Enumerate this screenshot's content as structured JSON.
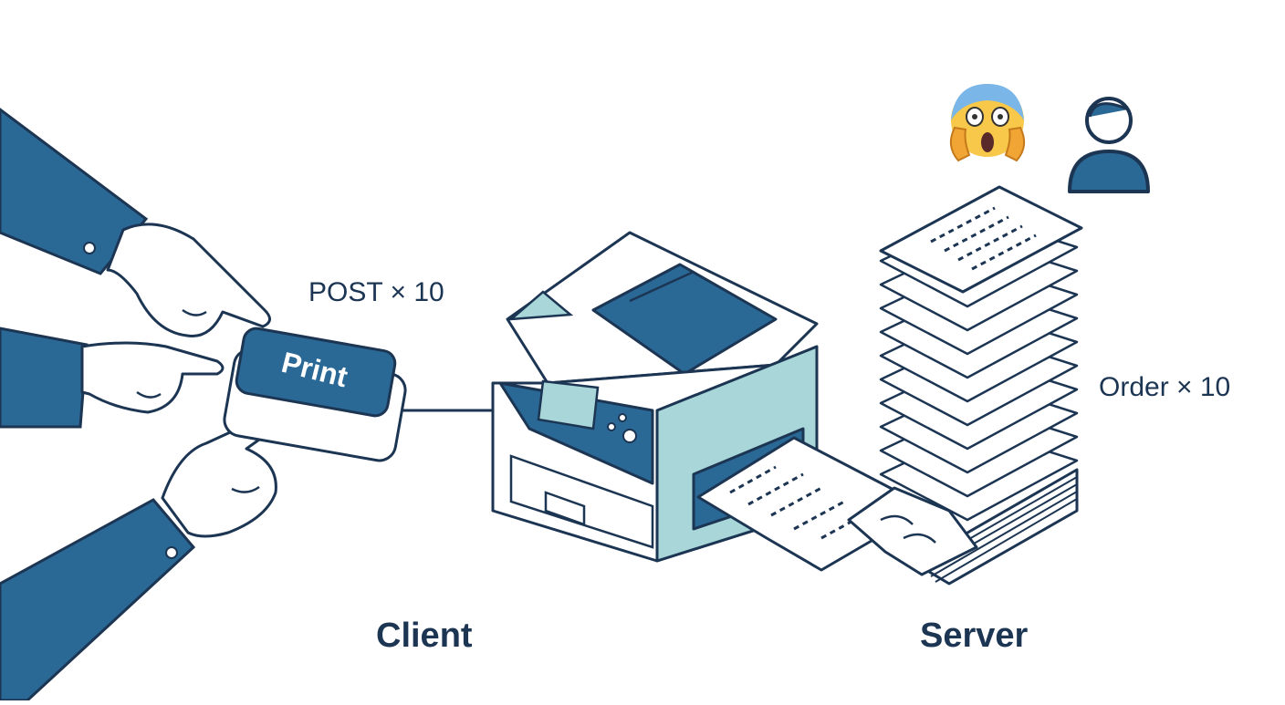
{
  "labels": {
    "button": "Print",
    "request": "POST × 10",
    "orders": "Order × 10",
    "client": "Client",
    "server": "Server"
  },
  "emoji": "😱",
  "icons": [
    "hand-icon",
    "print-button-icon",
    "printer-icon",
    "paper-stack-icon",
    "scream-emoji-icon",
    "user-icon"
  ],
  "colors": {
    "primary": "#2a6896",
    "stroke": "#1c3553",
    "accent": "#a9d7d9",
    "background": "#ffffff"
  }
}
